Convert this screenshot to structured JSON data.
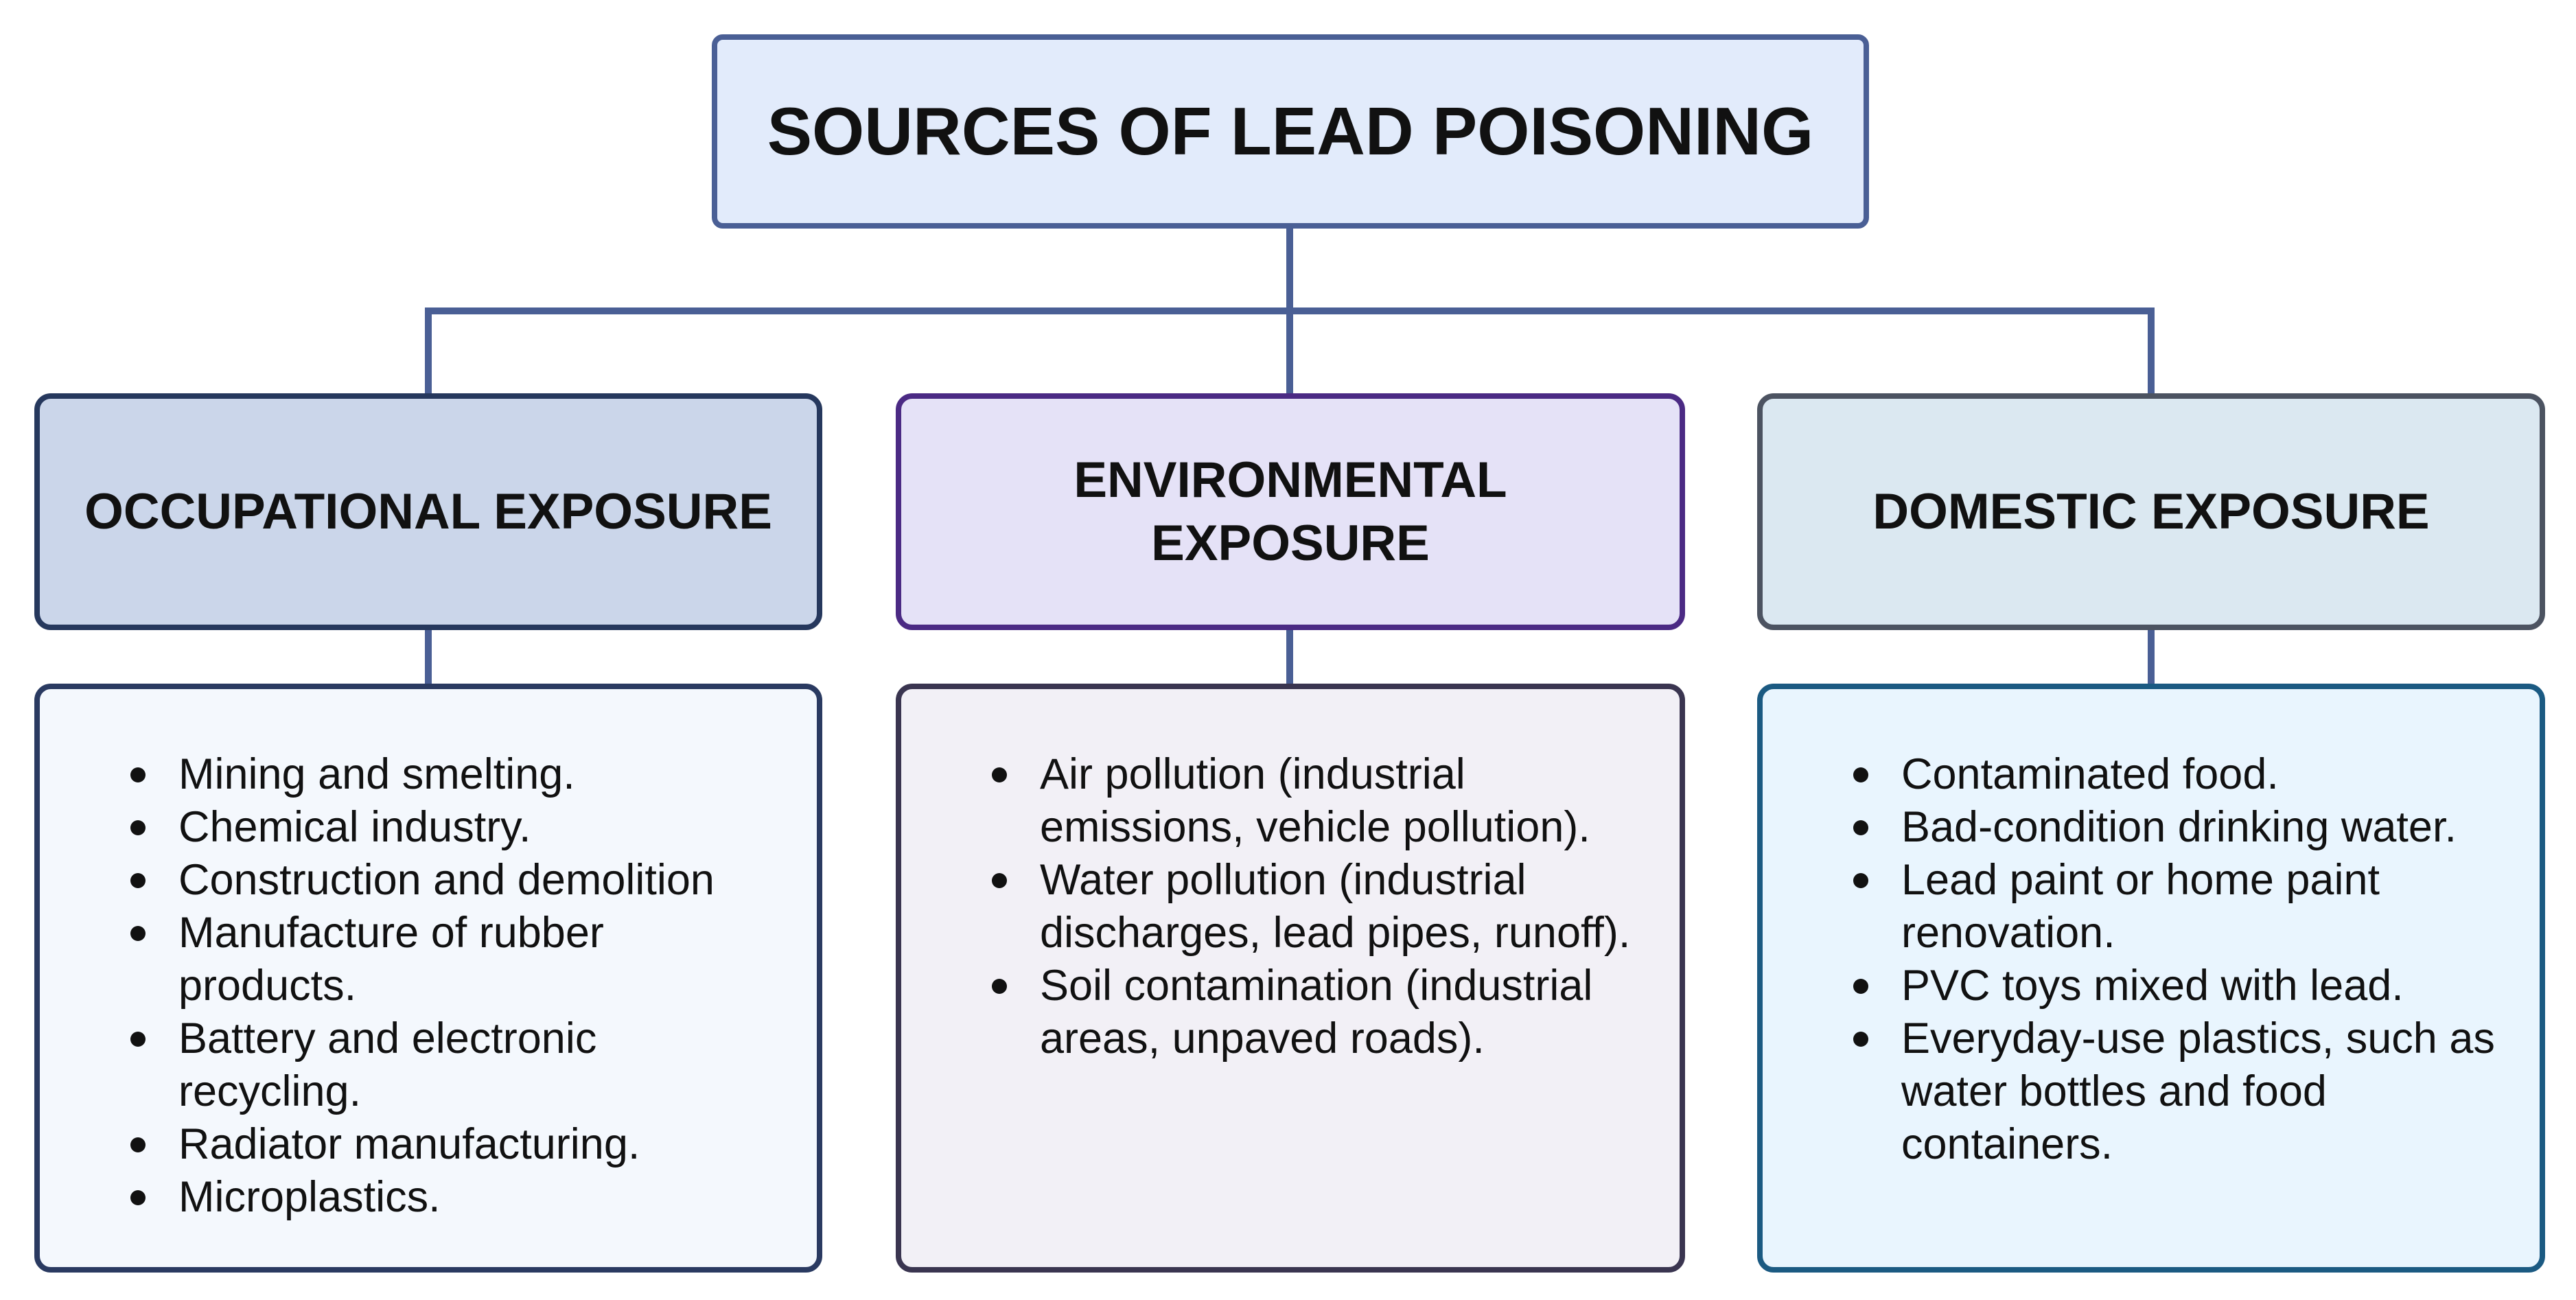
{
  "title": "SOURCES OF LEAD POISONING",
  "colors": {
    "connector": "#4a5f95",
    "title_fill": "#e2ebfb",
    "occupational_fill": "#cbd6ea",
    "environmental_fill": "#e5e2f7",
    "domestic_fill": "#dbe8f1"
  },
  "categories": [
    {
      "label": "OCCUPATIONAL EXPOSURE",
      "items": [
        "Mining and smelting.",
        "Chemical industry.",
        "Construction and demolition",
        "Manufacture of rubber products.",
        "Battery and electronic recycling.",
        "Radiator manufacturing.",
        "Microplastics."
      ]
    },
    {
      "label": "ENVIRONMENTAL EXPOSURE",
      "items": [
        "Air pollution (industrial emissions, vehicle pollution).",
        "Water pollution (industrial discharges, lead pipes, runoff).",
        "Soil contamination (industrial areas, unpaved roads)."
      ]
    },
    {
      "label": "DOMESTIC EXPOSURE",
      "items": [
        "Contaminated food.",
        "Bad-condition drinking water.",
        "Lead paint or home paint renovation.",
        "PVC toys mixed with lead.",
        "Everyday-use plastics, such as water bottles and food containers."
      ]
    }
  ]
}
